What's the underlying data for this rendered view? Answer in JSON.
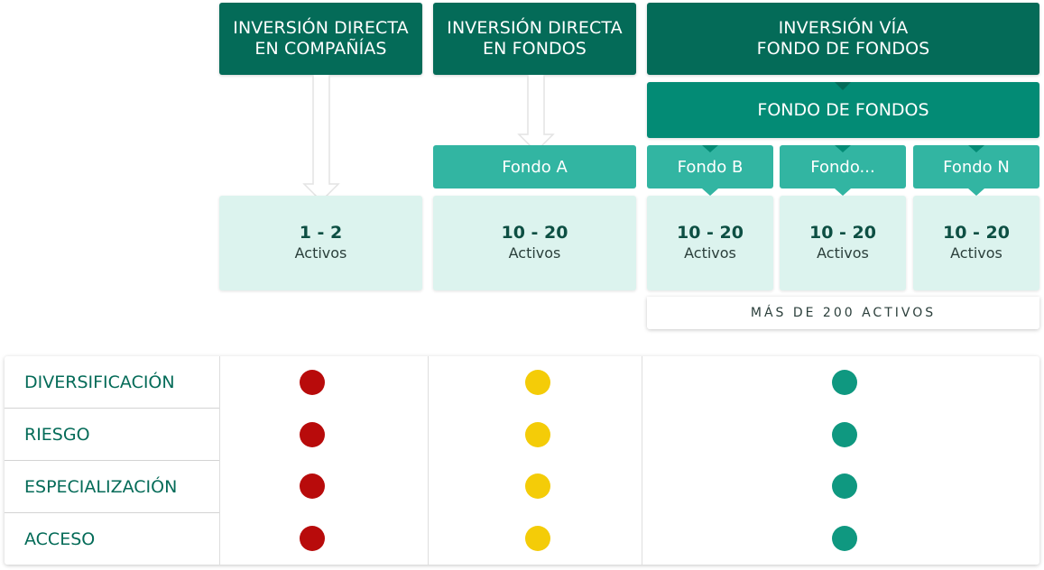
{
  "columns": {
    "companies": {
      "title_lines": [
        "INVERSIÓN DIRECTA",
        "EN COMPAÑÍAS"
      ]
    },
    "funds": {
      "title_lines": [
        "INVERSIÓN DIRECTA",
        "EN FONDOS"
      ]
    },
    "fof": {
      "title_lines": [
        "INVERSIÓN VÍA",
        "FONDO DE FONDOS"
      ]
    }
  },
  "fund_of_funds_label": "FONDO DE FONDOS",
  "fund_boxes": [
    "Fondo A",
    "Fondo B",
    "Fondo...",
    "Fondo N"
  ],
  "asset_boxes": [
    {
      "value": "1 - 2",
      "unit": "Activos"
    },
    {
      "value": "10 - 20",
      "unit": "Activos"
    },
    {
      "value": "10 - 20",
      "unit": "Activos"
    },
    {
      "value": "10 - 20",
      "unit": "Activos"
    },
    {
      "value": "10 - 20",
      "unit": "Activos"
    }
  ],
  "total_assets_label": "MÁS DE 200 ACTIVOS",
  "criteria": [
    "DIVERSIFICACIÓN",
    "RIESGO",
    "ESPECIALIZACIÓN",
    "ACCESO"
  ],
  "ratings": {
    "companies": [
      "red",
      "red",
      "red",
      "red"
    ],
    "funds": [
      "yellow",
      "yellow",
      "yellow",
      "yellow"
    ],
    "fof": [
      "green",
      "green",
      "green",
      "green"
    ]
  },
  "colors": {
    "dark_green": "#046b58",
    "mid_green": "#038b75",
    "light_green": "#32b5a2",
    "pale_green": "#dcf3ee",
    "red": "#b80b0b",
    "yellow": "#f4cc08",
    "green": "#0f9880"
  }
}
